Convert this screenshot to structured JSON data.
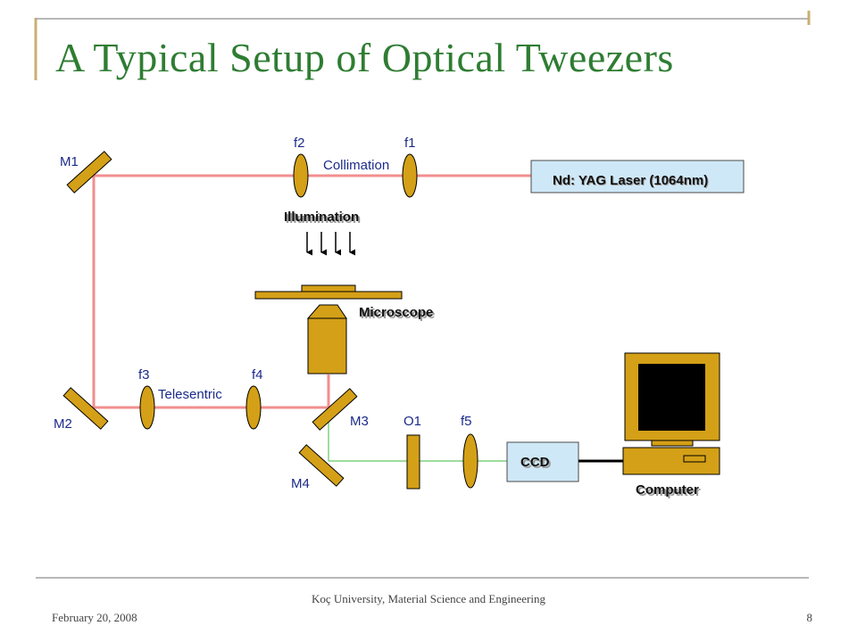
{
  "slide": {
    "title": "A Typical Setup of Optical Tweezers"
  },
  "diagram": {
    "labels": {
      "m1": "M1",
      "m2": "M2",
      "m3": "M3",
      "m4": "M4",
      "f1": "f1",
      "f2": "f2",
      "f3": "f3",
      "f4": "f4",
      "f5": "f5",
      "o1": "O1",
      "collimation": "Collimation",
      "telesentric": "Telesentric",
      "illumination": "Illumination",
      "microscope": "Microscope",
      "laser": "Nd: YAG Laser (1064nm)",
      "ccd": "CCD",
      "computer": "Computer"
    },
    "colors": {
      "laser_beam": "#f28e8e",
      "imaging_path": "#7fd07f",
      "optic_fill": "#d4a017",
      "box_fill": "#cfe8f7",
      "screen": "#000000"
    }
  },
  "footer": {
    "date": "February 20, 2008",
    "institution": "Koç University, Material Science and Engineering",
    "page": "8"
  }
}
